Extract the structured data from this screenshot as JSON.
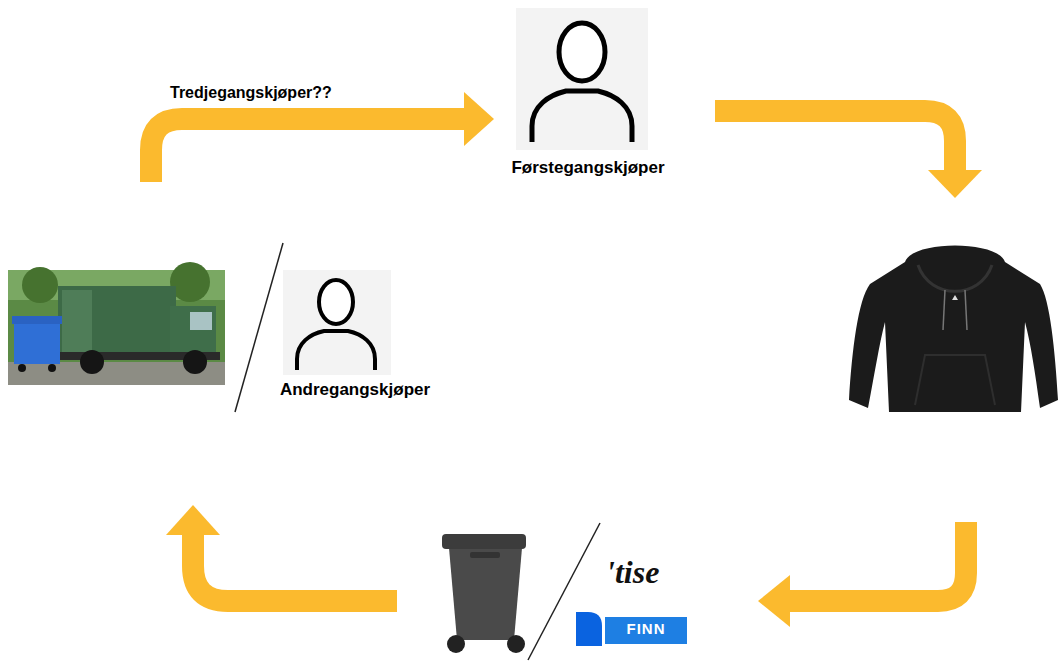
{
  "diagram": {
    "nodes": [
      {
        "text": [
          "Førstegangskjøper"
        ]
      },
      {
        "text": [
          "Andregangskjøper"
        ]
      }
    ],
    "edges": [
      {
        "from": 1,
        "to": 0,
        "arrow": "to",
        "label": "Tredjegangskjøper??"
      }
    ],
    "labels": [
      "'tise",
      "FINN"
    ]
  }
}
